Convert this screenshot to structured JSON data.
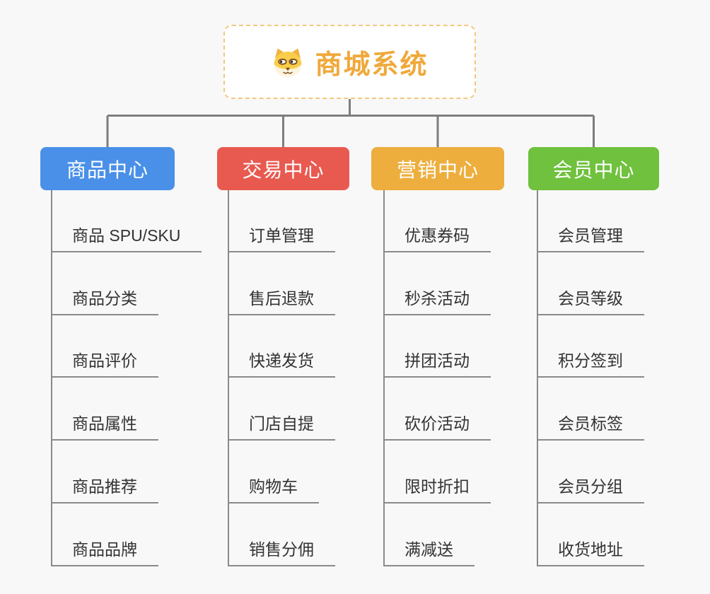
{
  "canvas": {
    "background_color": "#F8F8F8",
    "connector_color": "#7D7D7D",
    "underline_color": "#8A8A8A"
  },
  "root": {
    "title": "商城系统",
    "icon": "dog-face-icon",
    "title_color": "#EFA93B",
    "border_color": "#F3C87F"
  },
  "branches": [
    {
      "label": "商品中心",
      "color": "#4A90E8",
      "children": [
        "商品 SPU/SKU",
        "商品分类",
        "商品评价",
        "商品属性",
        "商品推荐",
        "商品品牌"
      ]
    },
    {
      "label": "交易中心",
      "color": "#E85A50",
      "children": [
        "订单管理",
        "售后退款",
        "快递发货",
        "门店自提",
        "购物车",
        "销售分佣"
      ]
    },
    {
      "label": "营销中心",
      "color": "#EDAE3D",
      "children": [
        "优惠券码",
        "秒杀活动",
        "拼团活动",
        "砍价活动",
        "限时折扣",
        "满减送"
      ]
    },
    {
      "label": "会员中心",
      "color": "#6FC13E",
      "children": [
        "会员管理",
        "会员等级",
        "积分签到",
        "会员标签",
        "会员分组",
        "收货地址"
      ]
    }
  ]
}
